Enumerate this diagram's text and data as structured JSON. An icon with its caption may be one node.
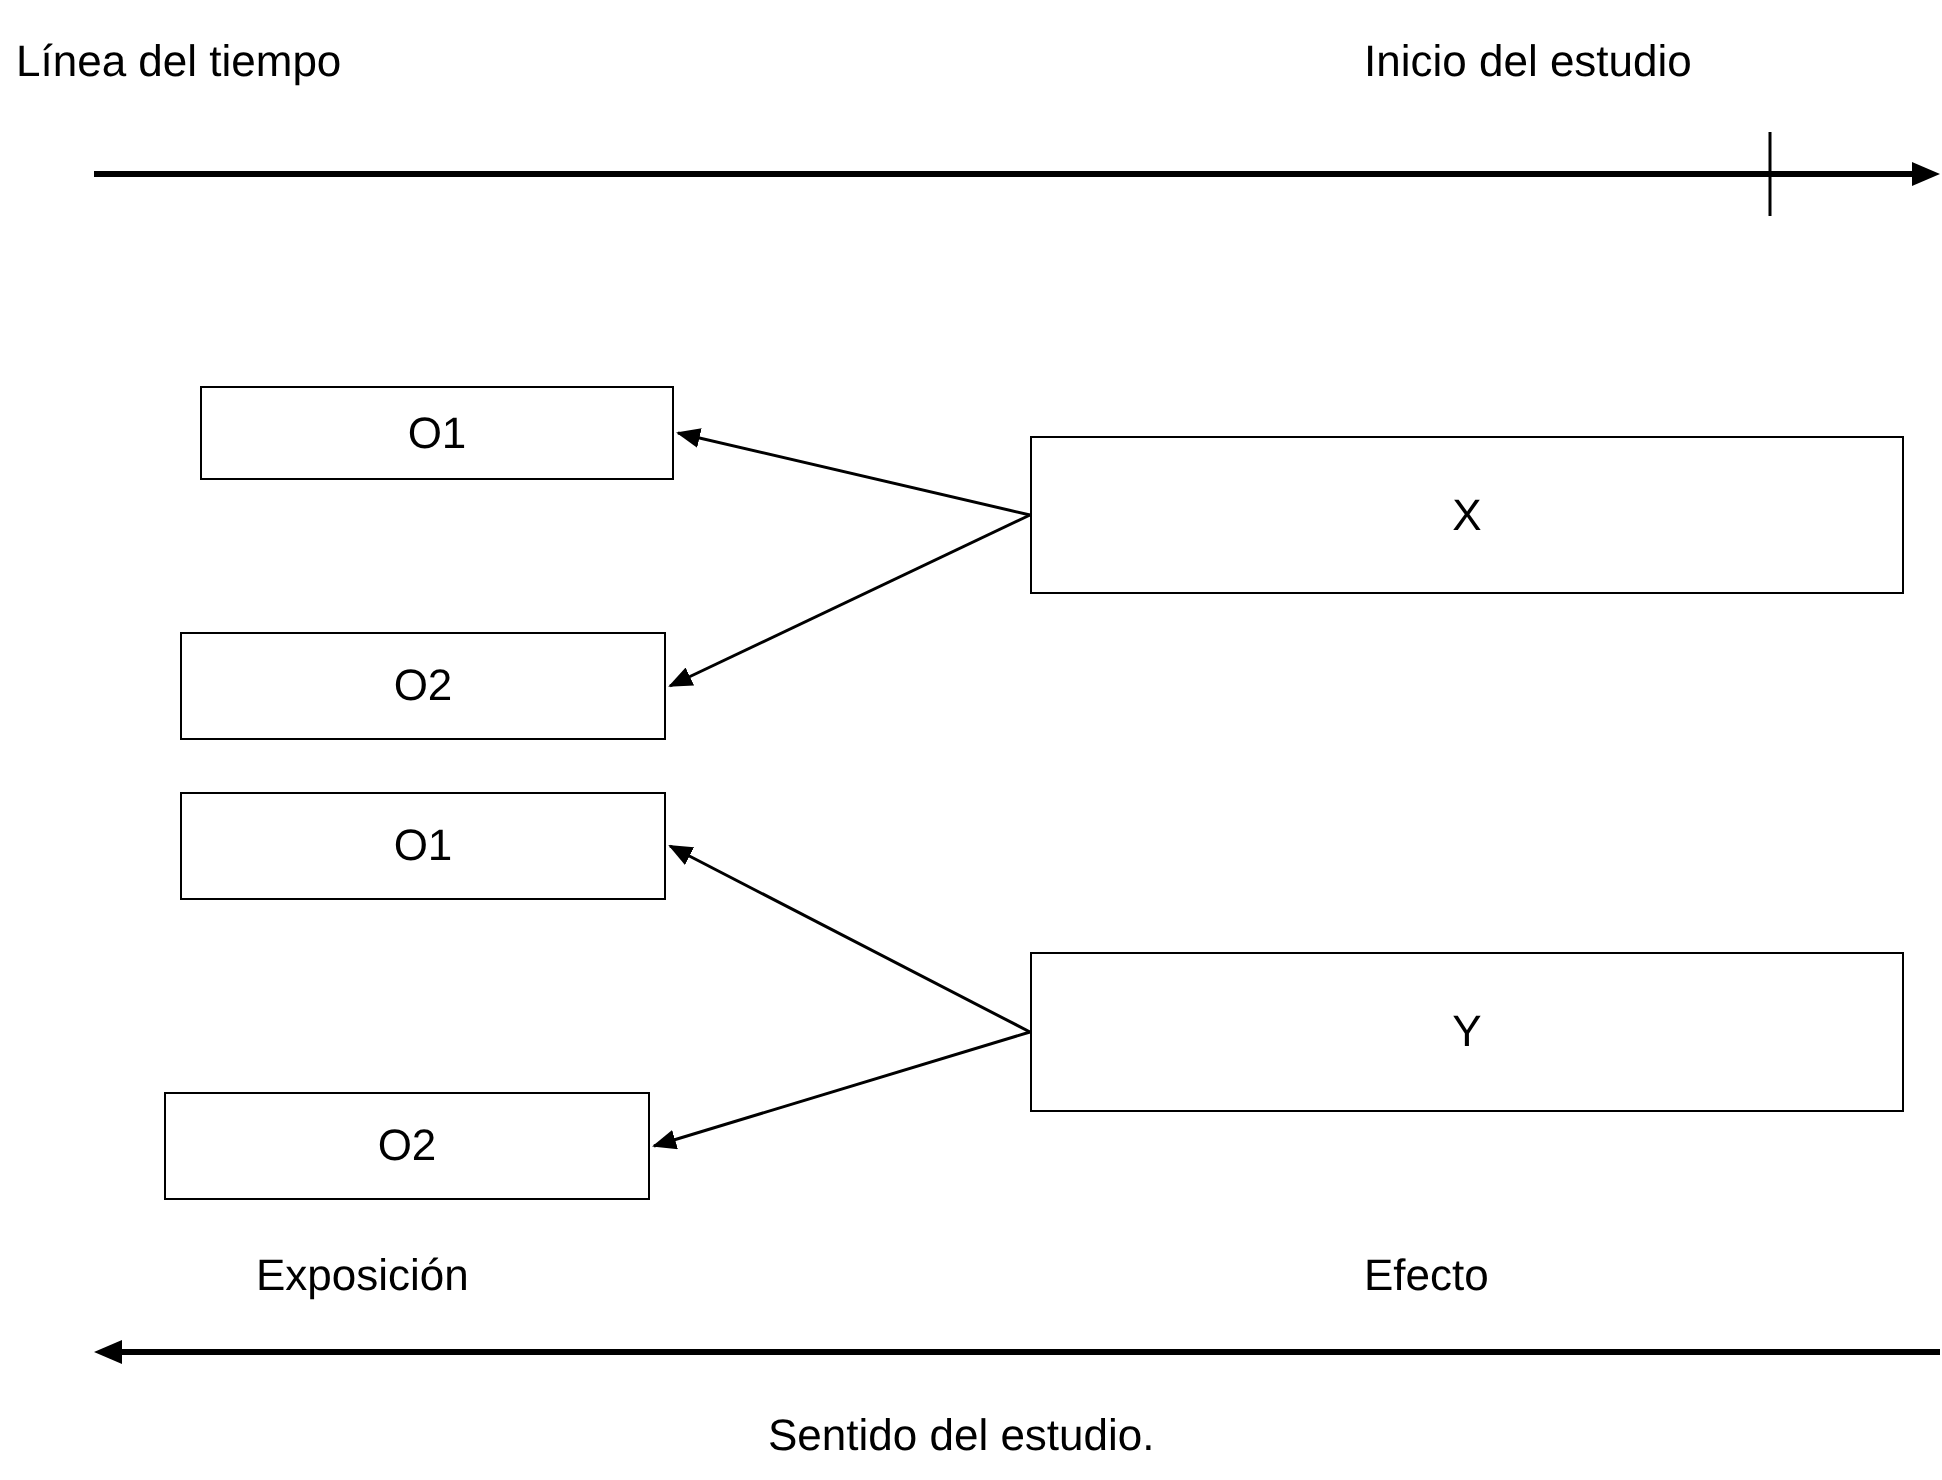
{
  "diagram": {
    "nodes": [
      {
        "text": [
          "O1"
        ]
      },
      {
        "text": [
          "X"
        ]
      },
      {
        "text": [
          "O2"
        ]
      },
      {
        "text": [
          "O1"
        ]
      },
      {
        "text": [
          "Y"
        ]
      },
      {
        "text": [
          "O2"
        ]
      }
    ],
    "edges": [
      {
        "from": 1,
        "to": 0,
        "arrow": "to"
      },
      {
        "from": 1,
        "to": 2,
        "arrow": "to"
      },
      {
        "from": 4,
        "to": 3,
        "arrow": "to"
      },
      {
        "from": 4,
        "to": 5,
        "arrow": "to"
      }
    ],
    "labels": [
      "Línea del tiempo",
      "Inicio del estudio",
      "Exposición",
      "Efecto",
      "Sentido del estudio."
    ]
  }
}
